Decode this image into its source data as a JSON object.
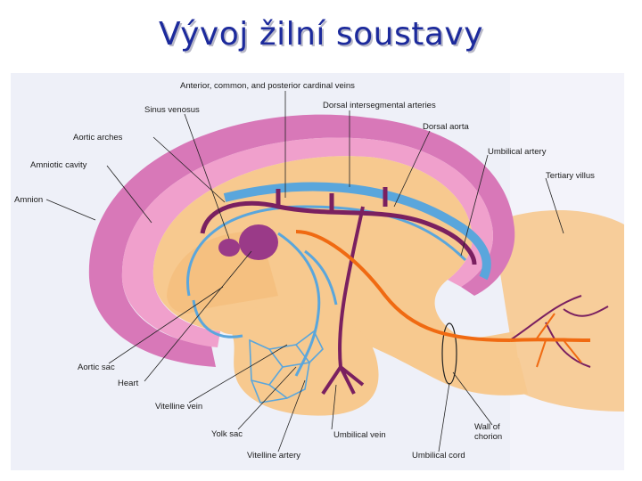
{
  "title": "Vývoj žilní soustavy",
  "figure": {
    "labels": {
      "cardinal_veins": "Anterior, common, and posterior cardinal veins",
      "sinus_venosus": "Sinus venosus",
      "dorsal_intersegmental": "Dorsal intersegmental arteries",
      "aortic_arches": "Aortic arches",
      "dorsal_aorta": "Dorsal aorta",
      "amniotic_cavity": "Amniotic cavity",
      "umbilical_artery": "Umbilical artery",
      "tertiary_villus": "Tertiary villus",
      "amnion": "Amnion",
      "aortic_sac": "Aortic sac",
      "heart": "Heart",
      "vitelline_vein": "Vitelline vein",
      "wall_of_chorion_1": "Wall of",
      "wall_of_chorion_2": "chorion",
      "yolk_sac": "Yolk sac",
      "umbilical_vein": "Umbilical vein",
      "vitelline_artery": "Vitelline artery",
      "umbilical_cord": "Umbilical cord"
    },
    "colors": {
      "amnion": "#d878b8",
      "embryo": "#f7c98f",
      "vein": "#7a2060",
      "artery": "#f06a12",
      "vitelline": "#5aa6dc",
      "background_panel": "#f4f4fb"
    }
  }
}
